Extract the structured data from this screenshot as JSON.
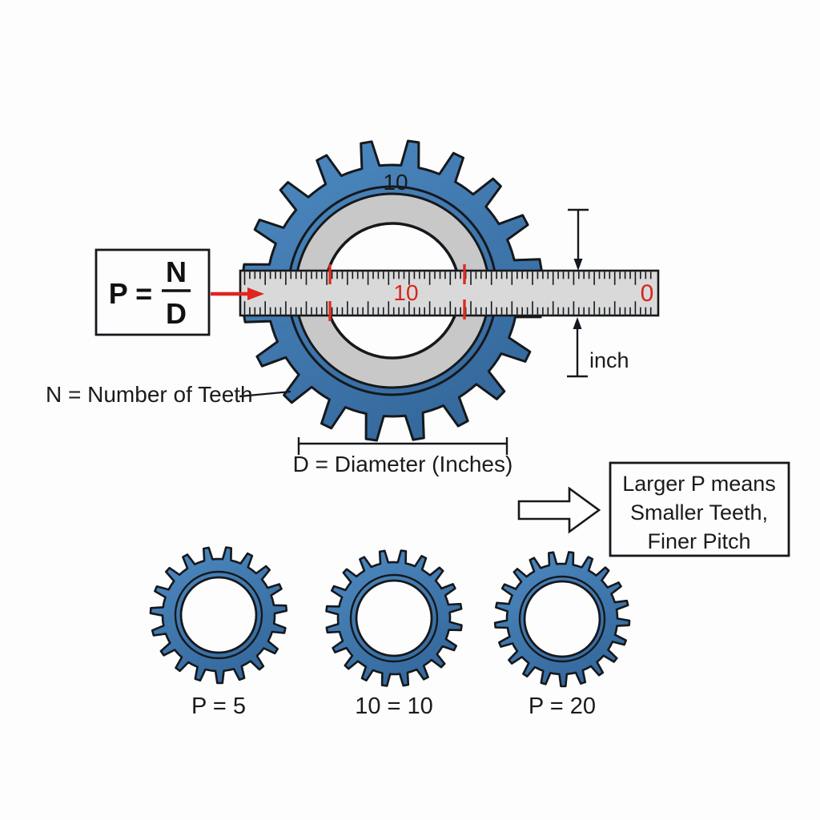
{
  "formula_box": {
    "lhs": "P =",
    "numerator": "N",
    "denominator": "D"
  },
  "large_gear": {
    "tooth_count_label": "10"
  },
  "ruler": {
    "center_label": "10",
    "end_label": "0"
  },
  "labels": {
    "n_definition": "N = Number of Teeth",
    "d_definition": "D = Diameter (Inches)",
    "unit": "inch"
  },
  "info_box": {
    "lines": [
      "Larger P means",
      "Smaller Teeth,",
      "Finer Pitch"
    ]
  },
  "small_gears": [
    {
      "label": "P = 5"
    },
    {
      "label": "10 = 10"
    },
    {
      "label": "P = 20"
    }
  ],
  "colors": {
    "gear_blue": "#3d79b1",
    "gear_blue_light": "#4d8ac1",
    "gear_blue_dark": "#35699d",
    "ring_gray": "#c8c8c8",
    "ruler_gray": "#d9d9d9",
    "accent_red": "#e02420",
    "outline_black": "#15181c"
  }
}
